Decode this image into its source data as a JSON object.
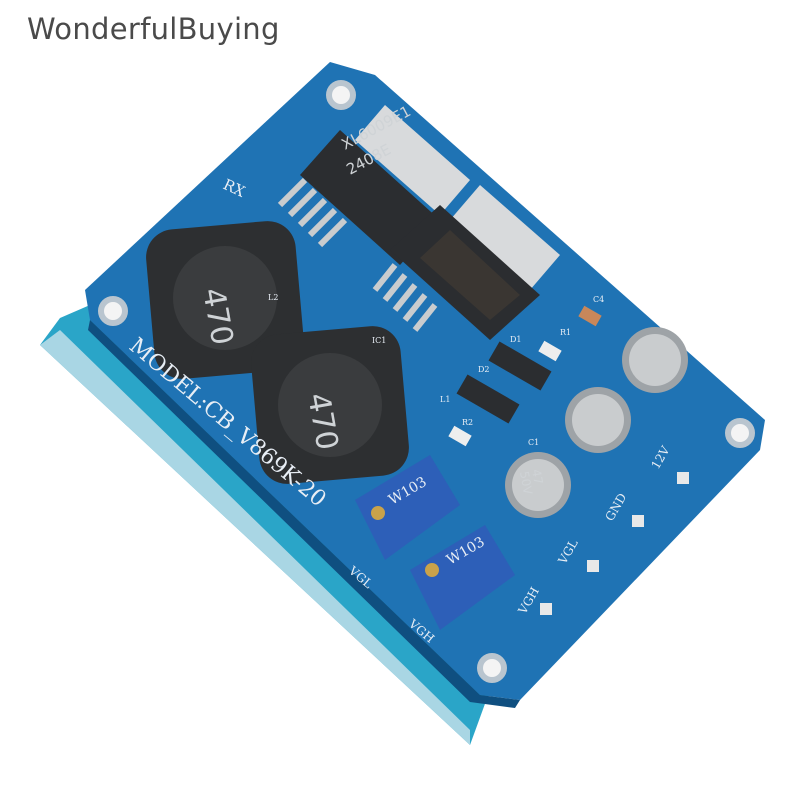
{
  "watermark": "WonderfulBuying",
  "board": {
    "model": "MODEL:CB_V869K-20",
    "rx_label": "RX",
    "ic_marking_line1": "XL6009E1",
    "ic_marking_line2": "2408E",
    "inductor_marking": "470",
    "pot_marking": "W103",
    "cap_value": "47",
    "cap_voltage": "50V",
    "pads": [
      "VGL",
      "VGH",
      "VGL",
      "VGH",
      "GND",
      "12V"
    ],
    "refs": [
      "L2",
      "L1",
      "IC1",
      "D1",
      "D2",
      "R1",
      "R2",
      "C1",
      "C4"
    ],
    "pcb_color": "#1f73b4",
    "rail_color": "#2aa5c8"
  }
}
